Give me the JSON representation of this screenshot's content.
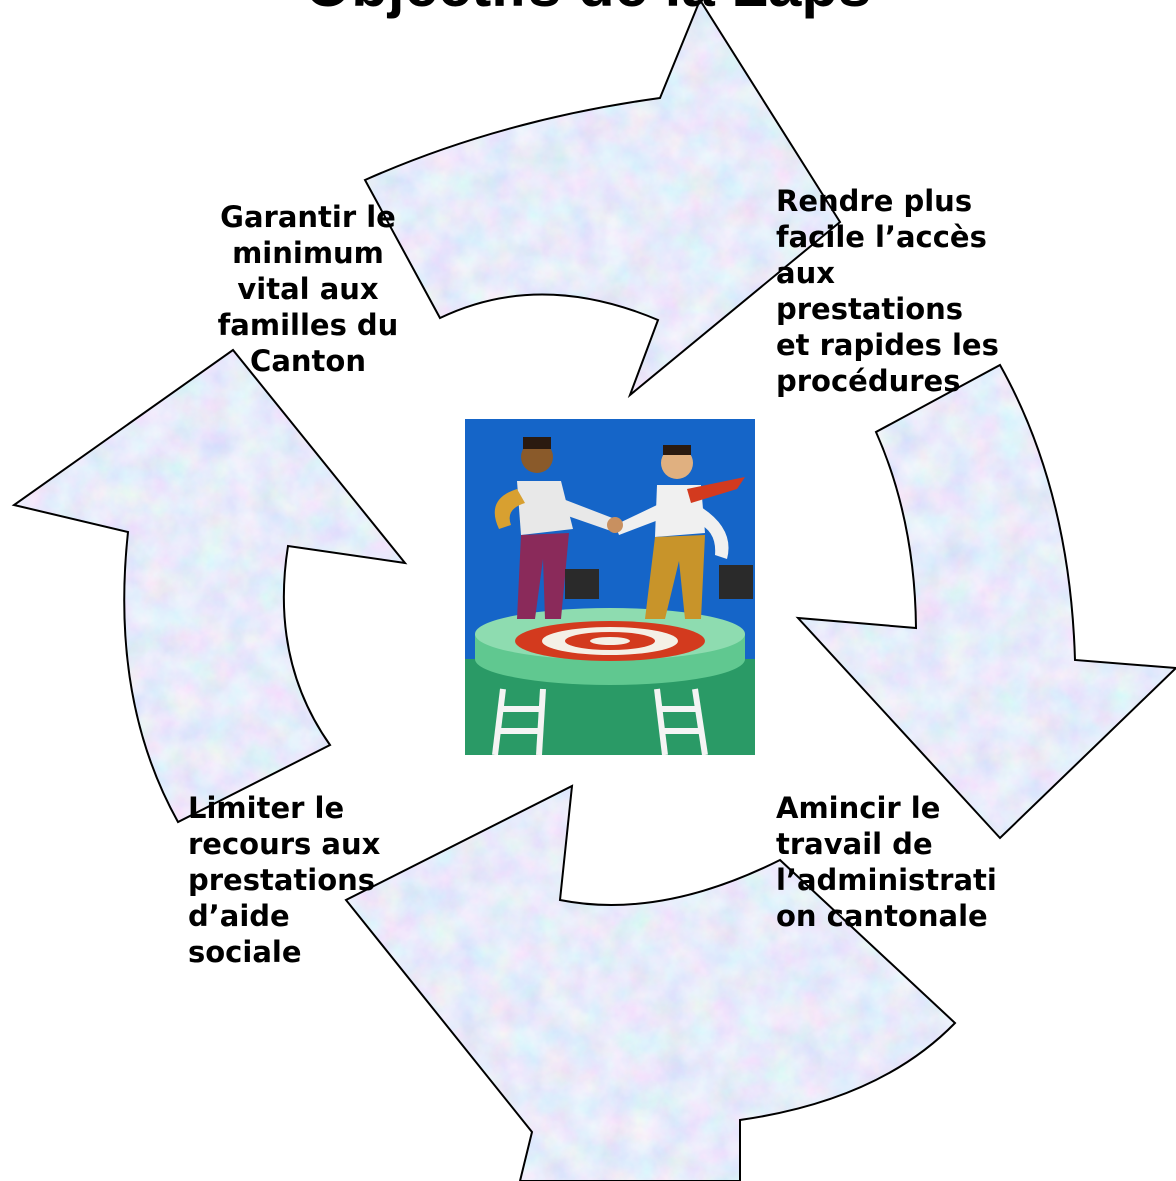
{
  "diagram": {
    "title": "Objectifs de la Laps",
    "objectives": [
      "Garantir le\nminimum\nvital aux\nfamilles du\nCanton",
      "Rendre plus\nfacile l’accès\naux\nprestations\net rapides les\nprocédures",
      "Amincir le\ntravail de\nl’administrati\non cantonale",
      "Limiter le\nrecours aux\nprestations\nd’aide\nsociale"
    ],
    "center_image": "handshake-on-target-clipart"
  },
  "colors": {
    "arrow_fill": "#c8d2ec",
    "arrow_outline": "#000000",
    "clipart_background": "#1565c8"
  }
}
